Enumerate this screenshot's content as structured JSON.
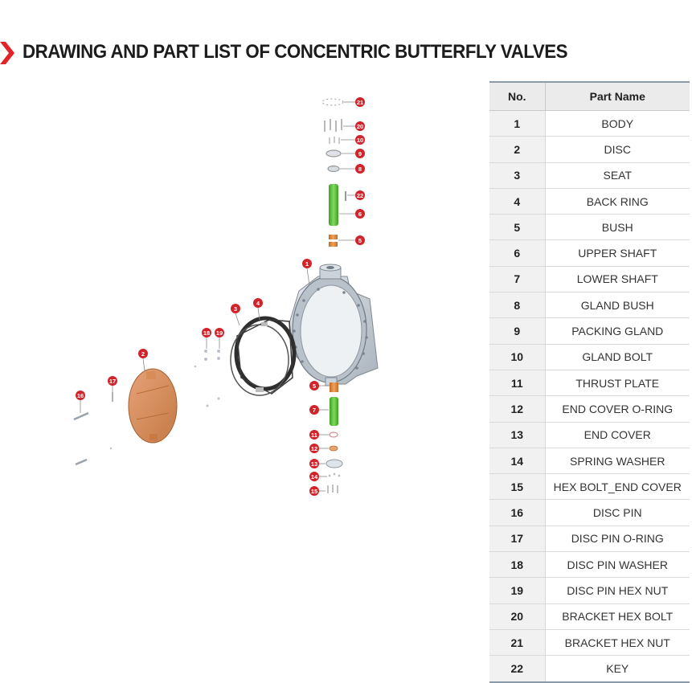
{
  "header": {
    "title": "DRAWING AND PART LIST OF CONCENTRIC BUTTERFLY VALVES",
    "accent_color": "#e0242a"
  },
  "parts_table": {
    "columns": [
      "No.",
      "Part Name"
    ],
    "rows": [
      {
        "no": "1",
        "name": "BODY"
      },
      {
        "no": "2",
        "name": "DISC"
      },
      {
        "no": "3",
        "name": "SEAT"
      },
      {
        "no": "4",
        "name": "BACK RING"
      },
      {
        "no": "5",
        "name": "BUSH"
      },
      {
        "no": "6",
        "name": "UPPER SHAFT"
      },
      {
        "no": "7",
        "name": "LOWER SHAFT"
      },
      {
        "no": "8",
        "name": "GLAND BUSH"
      },
      {
        "no": "9",
        "name": "PACKING GLAND"
      },
      {
        "no": "10",
        "name": "GLAND BOLT"
      },
      {
        "no": "11",
        "name": "THRUST PLATE"
      },
      {
        "no": "12",
        "name": "END COVER O-RING"
      },
      {
        "no": "13",
        "name": "END COVER"
      },
      {
        "no": "14",
        "name": "SPRING WASHER"
      },
      {
        "no": "15",
        "name": "HEX BOLT_END COVER"
      },
      {
        "no": "16",
        "name": "DISC PIN"
      },
      {
        "no": "17",
        "name": "DISC PIN O-RING"
      },
      {
        "no": "18",
        "name": "DISC PIN WASHER"
      },
      {
        "no": "19",
        "name": "DISC PIN HEX NUT"
      },
      {
        "no": "20",
        "name": "BRACKET HEX BOLT"
      },
      {
        "no": "21",
        "name": "BRACKET HEX NUT"
      },
      {
        "no": "22",
        "name": "KEY"
      }
    ]
  },
  "drawing": {
    "callouts": [
      "21",
      "20",
      "10",
      "9",
      "8",
      "22",
      "6",
      "5",
      "1",
      "3",
      "4",
      "2",
      "18",
      "19",
      "17",
      "16",
      "5",
      "7",
      "11",
      "12",
      "13",
      "14",
      "15"
    ],
    "colors": {
      "callout": "#d2232a",
      "shaft": "#5cc43a",
      "bush": "#e08a3c",
      "disc": "#d98a55",
      "body": "#c9d0d8",
      "seat": "#3a3a3a"
    }
  }
}
